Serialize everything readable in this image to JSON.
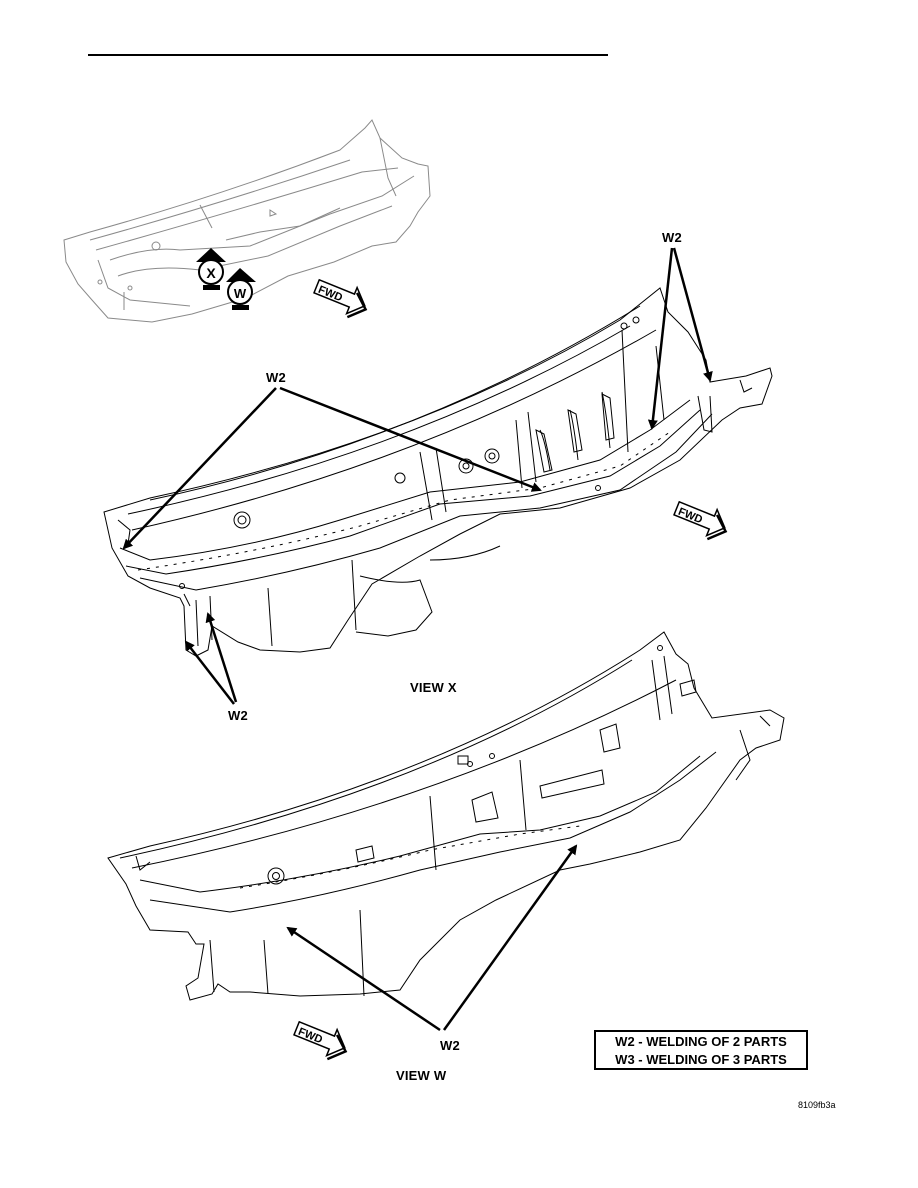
{
  "labels": {
    "w2_top_right": "W2",
    "w2_top_left": "W2",
    "w2_mid": "W2",
    "w2_bottom": "W2",
    "view_x": "VIEW X",
    "view_w": "VIEW W",
    "fwd": "FWD",
    "callout_x": "X",
    "callout_w": "W"
  },
  "legend": {
    "line1": "W2 - WELDING OF 2 PARTS",
    "line2": "W3 - WELDING OF 3 PARTS"
  },
  "figure_code": "8109fb3a"
}
